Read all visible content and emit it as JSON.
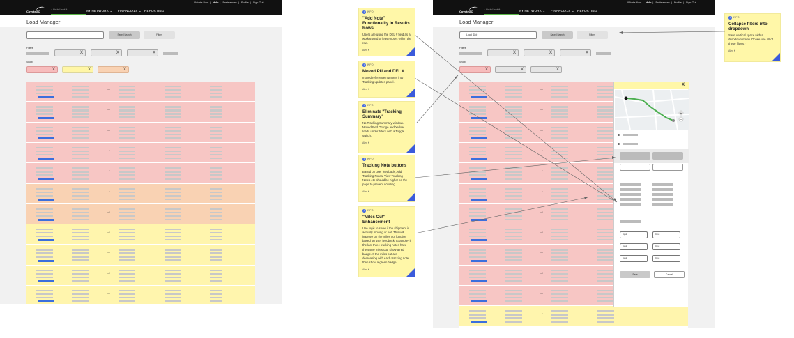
{
  "left_screen": {
    "util_links": [
      "What's New",
      "Help",
      "Preferences",
      "Profile",
      "Sign Out"
    ],
    "logo": "CoyoteGO",
    "search_placeholder": "Go to Load #",
    "nav": [
      "MY NETWORK",
      "FINANCIALS",
      "REPORTING"
    ],
    "title": "Load Manager",
    "saved_search": "Saved Search",
    "filters": "Filters",
    "filters_label": "Filters",
    "show_label": "Show",
    "x": "X"
  },
  "right_screen": {
    "util_links": [
      "What's New",
      "Help",
      "Preferences",
      "Profile",
      "Sign Out"
    ],
    "logo": "CoyoteGO",
    "search_placeholder": "Go to Load #",
    "nav": [
      "MY NETWORK",
      "FINANCIALS",
      "REPORTING"
    ],
    "title": "Load Manager",
    "load_input": "Load ID #",
    "saved_search": "Saved Search",
    "filters": "Filters",
    "filters_label": "Filters",
    "show_label": "Show",
    "x": "X",
    "panel": {
      "close": "X",
      "inputs": [
        "Input",
        "Input",
        "Input",
        "Input",
        "Input",
        "Input"
      ],
      "save": "Save",
      "cancel": "Cancel"
    }
  },
  "notes": [
    {
      "tag": "INFO",
      "title": "\"Add Note\" Functionality in Results Rows",
      "body": "Users are using the DEL # field as a workaround to leave notes within the row.",
      "author": "Alex K"
    },
    {
      "tag": "INFO",
      "title": "Moved PU and DEL #",
      "body": "moved reference numbers into Tracking updates panel.",
      "author": "Alex K"
    },
    {
      "tag": "INFO",
      "title": "Eliminate \"Tracking Summary\"",
      "body": "No Tracking Summary window. Moved Red Orange and Yellow loads under filters with a Toggle switch.",
      "author": "Alex K"
    },
    {
      "tag": "INFO",
      "title": "Tracking Note buttons",
      "body": "Based on user feedback, Add Tracking Notes/ View Tracking Notes etc should be higher on the page to prevent scrolling.",
      "author": "Alex K"
    },
    {
      "tag": "INFO",
      "title": "\"Miles Out\" Enhancement",
      "body": "Use logic to show if the shipment is actually moving or not. This will improve on the miles out function based on user feedback. Example- if the last three tracking notes have the same miles out, show a red badge. If the miles out are decreasing with each tracking note then show a green badge.",
      "author": "Alex K"
    },
    {
      "tag": "INFO",
      "title": "Collapse filters into dropdown",
      "body": "Save vertical space with a dropdown menu. Do we use all of these filters?",
      "author": "Alex K"
    }
  ],
  "colors": {
    "red_row": "#f7c6c4",
    "orange_row": "#f9d2b3",
    "yellow_row": "#fff5ad",
    "note": "#fff7a8",
    "accent_blue": "#3b6fdd",
    "nav_bg": "#111111"
  },
  "arrow_glyph": "→"
}
